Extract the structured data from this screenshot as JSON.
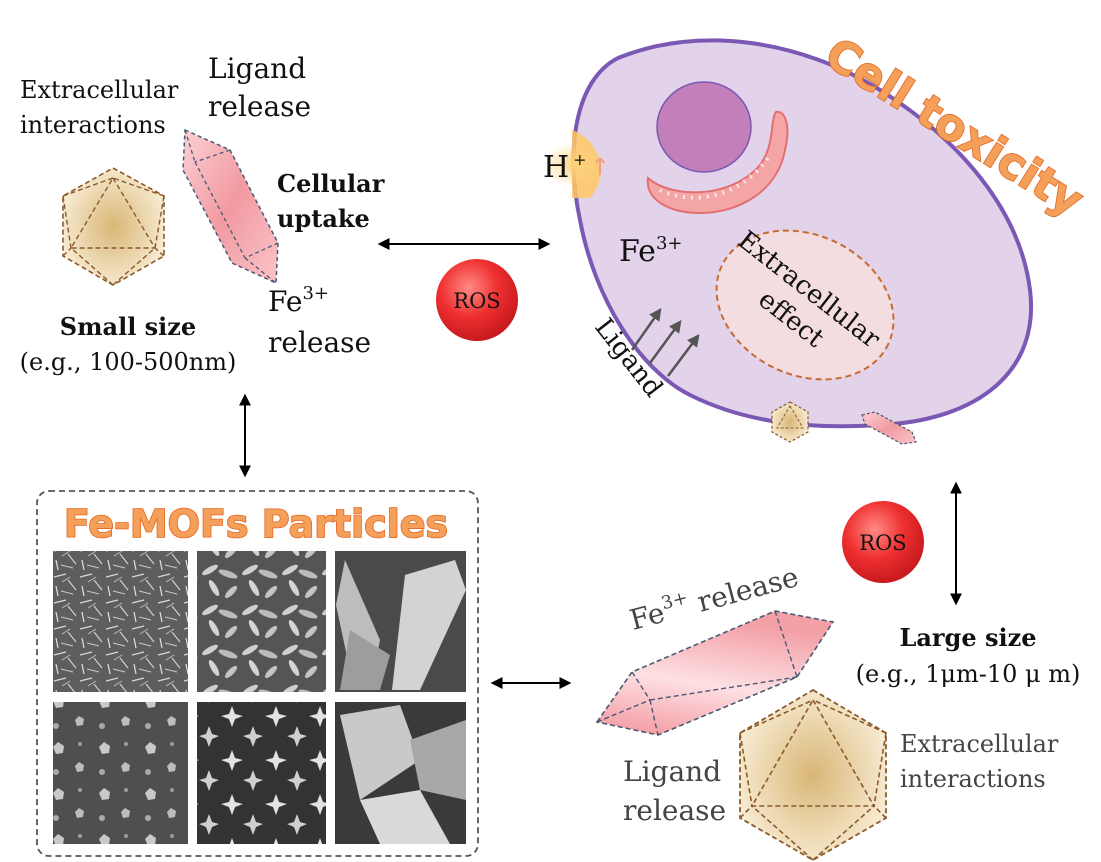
{
  "small_particle": {
    "extracellular": [
      "Extracellular",
      "interactions"
    ],
    "ligand_release": [
      "Ligand",
      "release"
    ],
    "cellular_uptake": [
      "Cellular",
      "uptake"
    ],
    "fe_release": {
      "base": "Fe",
      "sup": "3+",
      "word": "release"
    },
    "size_label": "Small size",
    "size_range": "(e.g., 100-500nm)"
  },
  "ros_badges": [
    "ROS",
    "ROS"
  ],
  "cell": {
    "title": "Cell toxicity",
    "proton": {
      "base": "H",
      "sup": "+",
      "arrow": "↑"
    },
    "iron": {
      "base": "Fe",
      "sup": "3+"
    },
    "ligand": "Ligand",
    "effect": [
      "Extracellular",
      "effect"
    ]
  },
  "mofs": {
    "title": "Fe-MOFs Particles"
  },
  "large_particle": {
    "fe_release": {
      "base": "Fe",
      "sup": "3+",
      "word": " release"
    },
    "ligand_release": [
      "Ligand",
      "release"
    ],
    "extracellular": [
      "Extracellular",
      "interactions"
    ],
    "size_label": "Large size",
    "size_range": "(e.g., 1μm-10 μ m)"
  },
  "colors": {
    "cell_fill": "#e2d3ea",
    "cell_border": "#7a58b4",
    "nucleus": "#c27fb9",
    "mitochondria": "#f4a6a6",
    "ros": "#e8262b",
    "orange": "#e2661f",
    "crystal_pink": "#f5a7ad",
    "icosa_gold": "#dcc08a"
  }
}
